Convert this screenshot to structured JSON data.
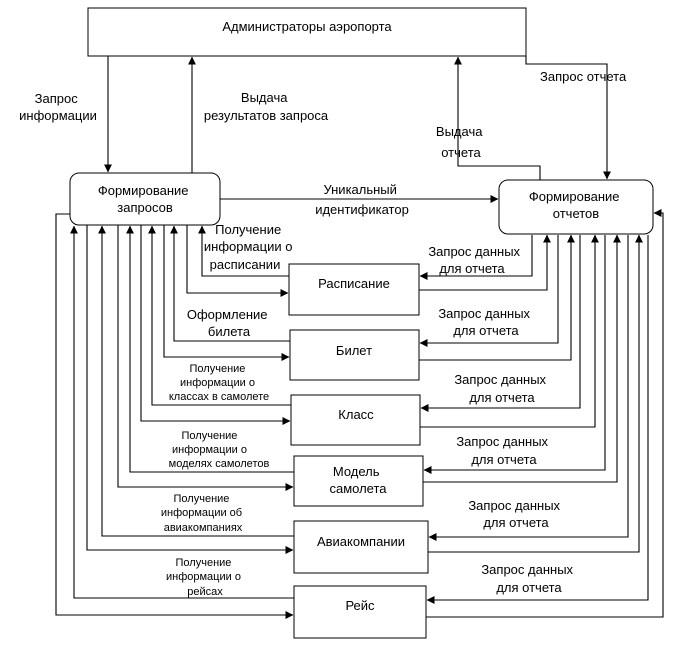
{
  "nodes": {
    "admins": "Администраторы аэропорта",
    "query_former": [
      "Формирование",
      "запросов"
    ],
    "report_former": [
      "Формирование",
      "отчетов"
    ],
    "schedule": "Расписание",
    "ticket": "Билет",
    "class": "Класс",
    "plane_model": [
      "Модель",
      "самолета"
    ],
    "airlines": "Авиакомпании",
    "flight": "Рейс"
  },
  "labels": {
    "info_request": [
      "Запрос",
      "информации"
    ],
    "query_results": [
      "Выдача",
      "результатов запроса"
    ],
    "report_request": "Запрос отчета",
    "report_output": [
      "Выдача",
      "отчета"
    ],
    "unique_id": [
      "Уникальный",
      "идентификатор"
    ],
    "schedule_info": [
      "Получение",
      "информации о",
      "расписании"
    ],
    "ticket_issue": [
      "Оформление",
      "билета"
    ],
    "class_info": [
      "Получение",
      "информации о",
      "классах в самолете"
    ],
    "model_info": [
      "Получение",
      "информации о",
      "моделях самолетов"
    ],
    "airline_info": [
      "Получение",
      "информации об",
      "авиакомпаниях"
    ],
    "flight_info": [
      "Получение",
      "информации о",
      "рейсах"
    ],
    "report_data_request": [
      "Запрос данных",
      "для отчета"
    ]
  }
}
